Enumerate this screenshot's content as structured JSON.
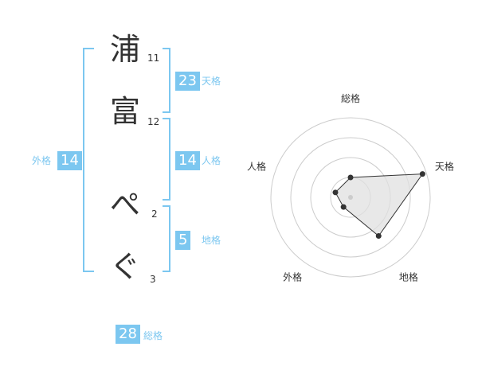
{
  "characters": [
    {
      "char": "浦",
      "strokes": "11"
    },
    {
      "char": "富",
      "strokes": "12"
    },
    {
      "char": "ぺ",
      "strokes": "2"
    },
    {
      "char": "ぐ",
      "strokes": "3"
    }
  ],
  "fortunes": {
    "tenkaku": {
      "value": "23",
      "label": "天格"
    },
    "jinkaku": {
      "value": "14",
      "label": "人格"
    },
    "chikaku": {
      "value": "5",
      "label": "地格"
    },
    "gaikaku": {
      "value": "14",
      "label": "外格"
    },
    "soukaku": {
      "value": "28",
      "label": "総格"
    }
  },
  "colors": {
    "accent": "#7cc7f0",
    "text": "#333333",
    "grid": "#cccccc",
    "fill": "#e0e0e0"
  },
  "chart_data": {
    "type": "radar",
    "axes": [
      "総格",
      "天格",
      "地格",
      "外格",
      "人格"
    ],
    "values": [
      0.25,
      0.95,
      0.6,
      0.15,
      0.2
    ],
    "rings": 4
  }
}
